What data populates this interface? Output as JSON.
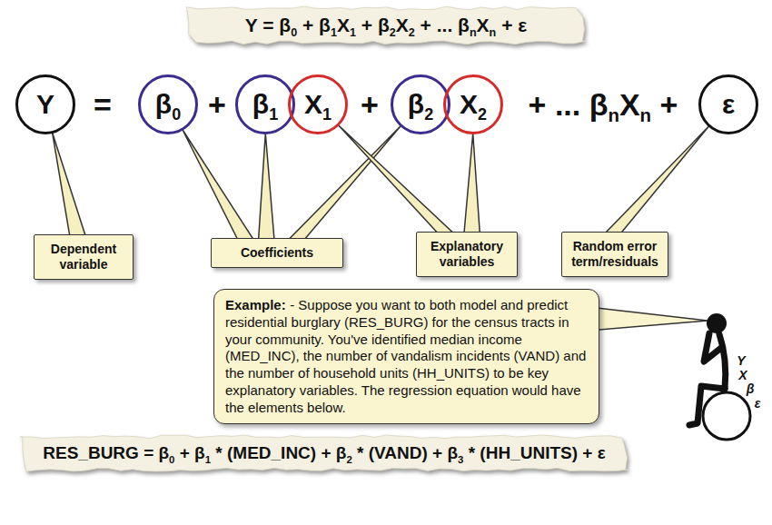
{
  "diagram": {
    "nodes": [
      {
        "text": [
          "Y = β0 + β1X1 + β2X2 + ... βnXn + ε"
        ]
      },
      {
        "text": [
          "Y"
        ]
      },
      {
        "text": [
          "β0"
        ]
      },
      {
        "text": [
          "β1"
        ]
      },
      {
        "text": [
          "X1"
        ]
      },
      {
        "text": [
          "β2"
        ]
      },
      {
        "text": [
          "X2"
        ]
      },
      {
        "text": [
          "ε"
        ]
      },
      {
        "text": [
          "Dependent variable"
        ]
      },
      {
        "text": [
          "Coefficients"
        ]
      },
      {
        "text": [
          "Explanatory variables"
        ]
      },
      {
        "text": [
          "Random error term/residuals"
        ]
      },
      {
        "text": [
          "Example:",
          "- Suppose you want to both model and predict residential burglary (RES_BURG) for the census tracts in your community. You've identified median income (MED_INC), the number of vandalism incidents (VAND) and the number of household units (HH_UNITS) to be key explanatory variables. The regression equation would have the elements below."
        ]
      },
      {
        "text": [
          "RES_BURG = β0 + β1 * (MED_INC) + β2 * (VAND) + β3 * (HH_UNITS) + ε"
        ]
      }
    ],
    "edges": [
      {
        "from": 8,
        "to": 1,
        "arrow": "none"
      },
      {
        "from": 9,
        "to": 2,
        "arrow": "none"
      },
      {
        "from": 9,
        "to": 3,
        "arrow": "none"
      },
      {
        "from": 9,
        "to": 5,
        "arrow": "none"
      },
      {
        "from": 10,
        "to": 4,
        "arrow": "none"
      },
      {
        "from": 10,
        "to": 6,
        "arrow": "none"
      },
      {
        "from": 11,
        "to": 7,
        "arrow": "none"
      }
    ],
    "labels": [
      "=",
      "+",
      "+",
      "+ ... βnXn +",
      "Y",
      "X",
      "β",
      "ε"
    ]
  }
}
